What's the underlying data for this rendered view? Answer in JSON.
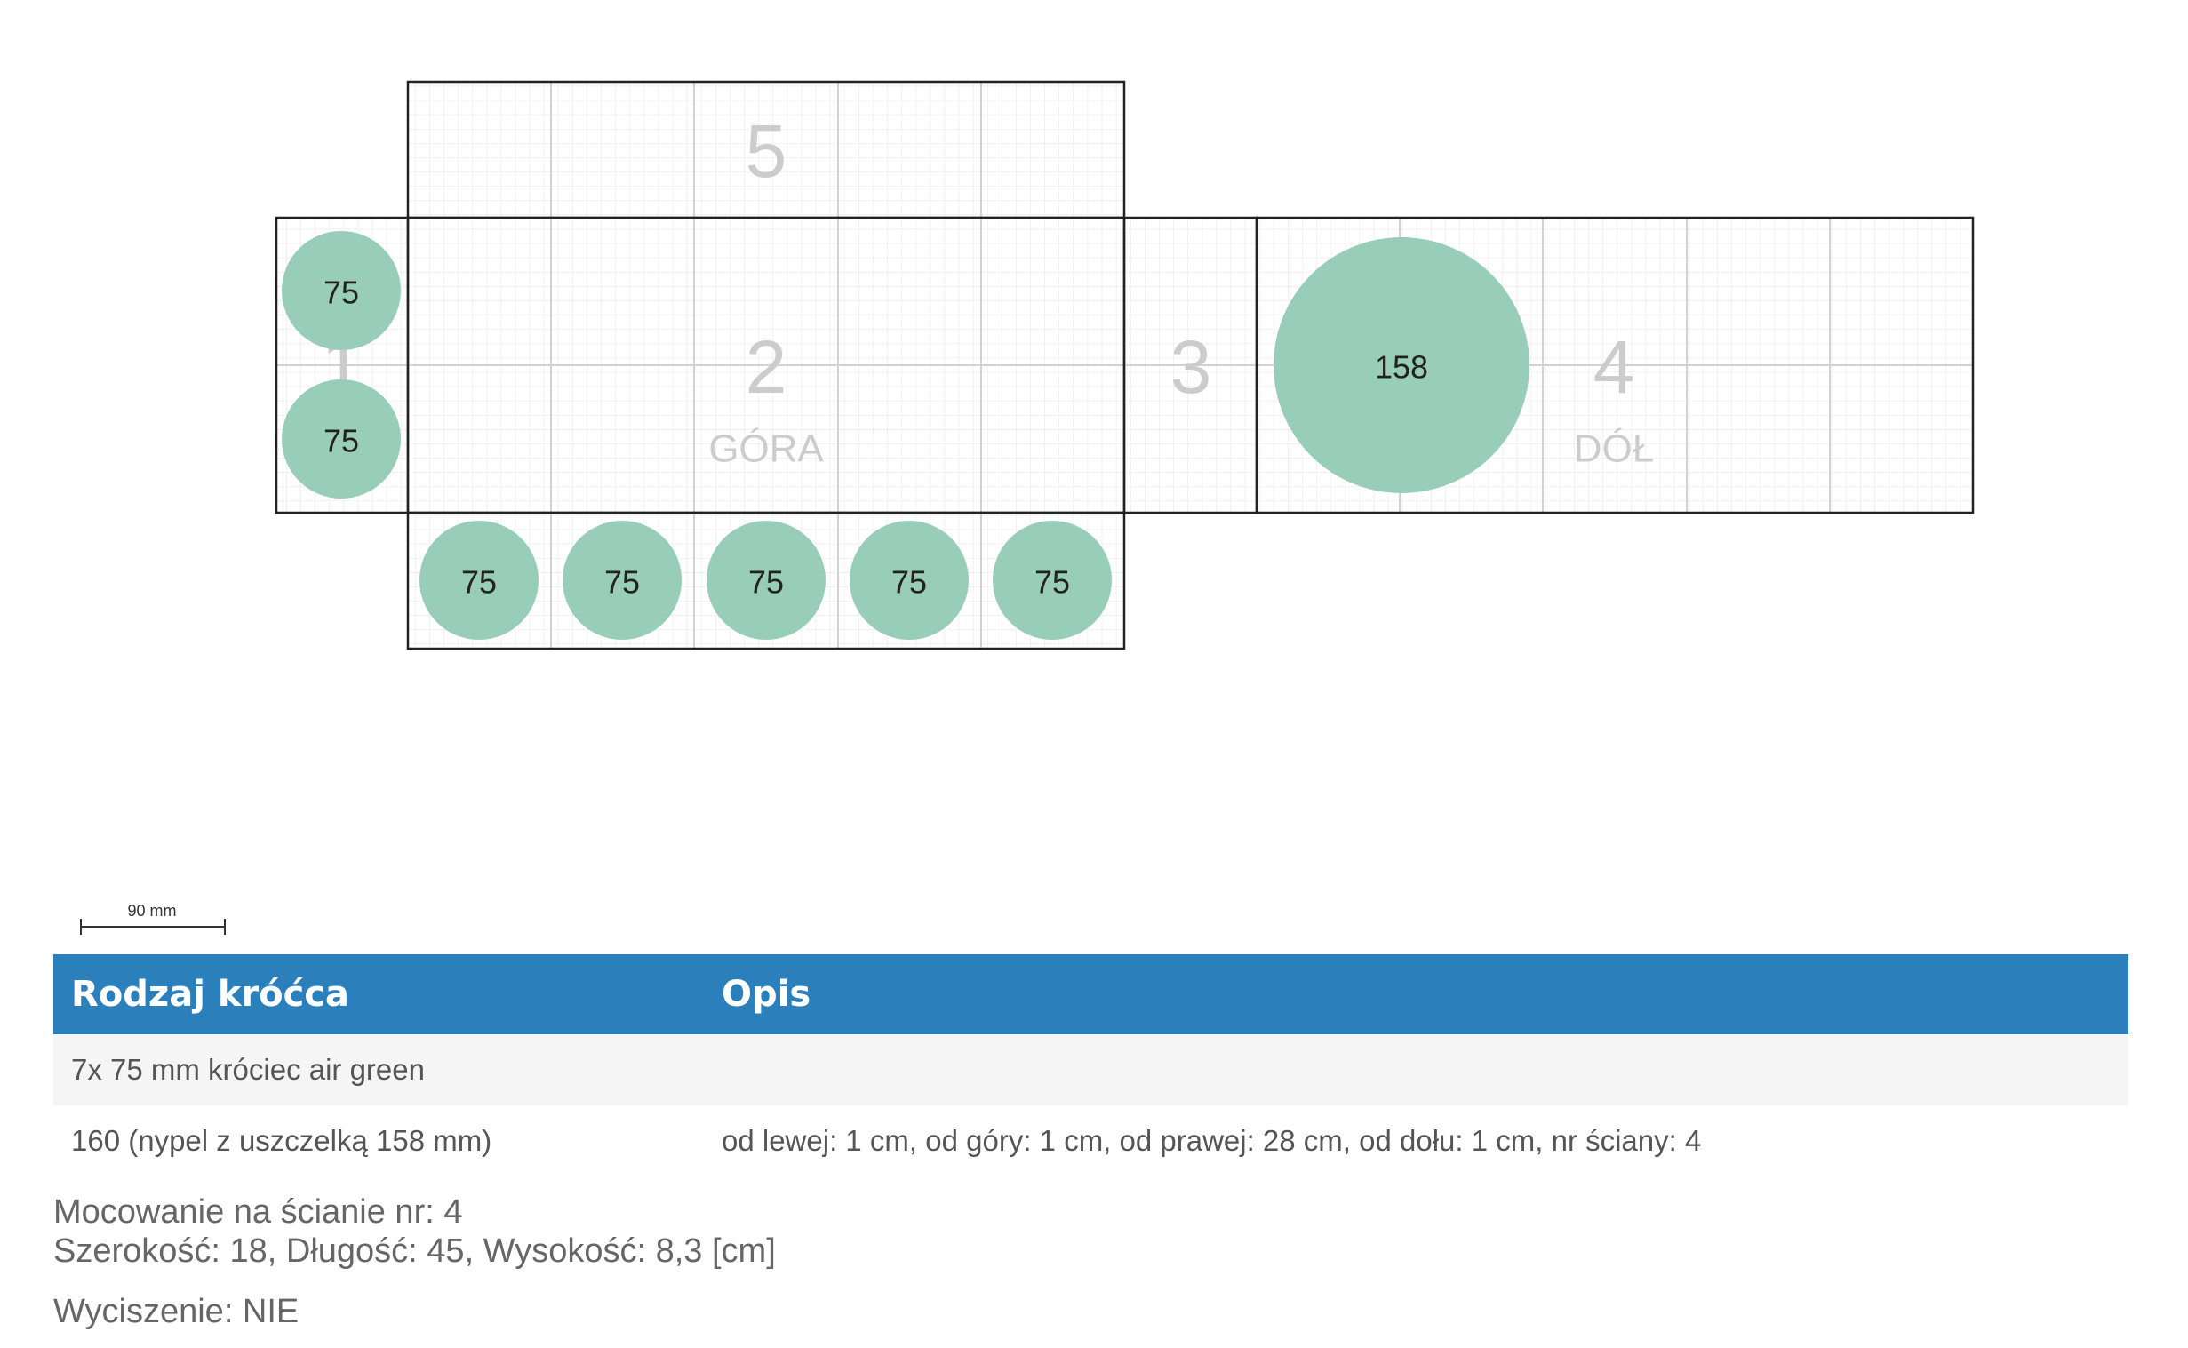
{
  "diagram": {
    "faces": [
      {
        "id": "1",
        "label": "1",
        "sublabel": ""
      },
      {
        "id": "2",
        "label": "2",
        "sublabel": "GÓRA"
      },
      {
        "id": "3",
        "label": "3",
        "sublabel": ""
      },
      {
        "id": "4",
        "label": "4",
        "sublabel": "DÓŁ"
      },
      {
        "id": "5",
        "label": "5",
        "sublabel": ""
      },
      {
        "id": "6",
        "label": "",
        "sublabel": ""
      }
    ],
    "holes": [
      {
        "face": "1",
        "index": 0,
        "diameter_label": "75"
      },
      {
        "face": "1",
        "index": 1,
        "diameter_label": "75"
      },
      {
        "face": "6",
        "index": 0,
        "diameter_label": "75"
      },
      {
        "face": "6",
        "index": 1,
        "diameter_label": "75"
      },
      {
        "face": "6",
        "index": 2,
        "diameter_label": "75"
      },
      {
        "face": "6",
        "index": 3,
        "diameter_label": "75"
      },
      {
        "face": "6",
        "index": 4,
        "diameter_label": "75"
      },
      {
        "face": "4",
        "index": 0,
        "diameter_label": "158"
      }
    ],
    "scale_label": "90 mm",
    "colors": {
      "hole_fill": "#98cdb9",
      "grid": "#e8e8e8",
      "grid_major": "#d2d2d2",
      "face_border": "#222222",
      "face_label": "#cccccc"
    }
  },
  "table": {
    "headers": {
      "type": "Rodzaj króćca",
      "description": "Opis"
    },
    "rows": [
      {
        "type": "7x 75 mm króciec air green",
        "description": ""
      },
      {
        "type": "160 (nypel z uszczelką 158 mm)",
        "description": "od lewej: 1 cm, od góry: 1 cm, od prawej: 28 cm, od dołu: 1 cm, nr ściany: 4"
      }
    ],
    "header_color": "#2b80bb"
  },
  "info": {
    "mounting": "Mocowanie na ścianie nr: 4",
    "dimensions": "Szerokość: 18, Długość: 45, Wysokość: 8,3 [cm]",
    "silencing": "Wyciszenie: NIE"
  }
}
